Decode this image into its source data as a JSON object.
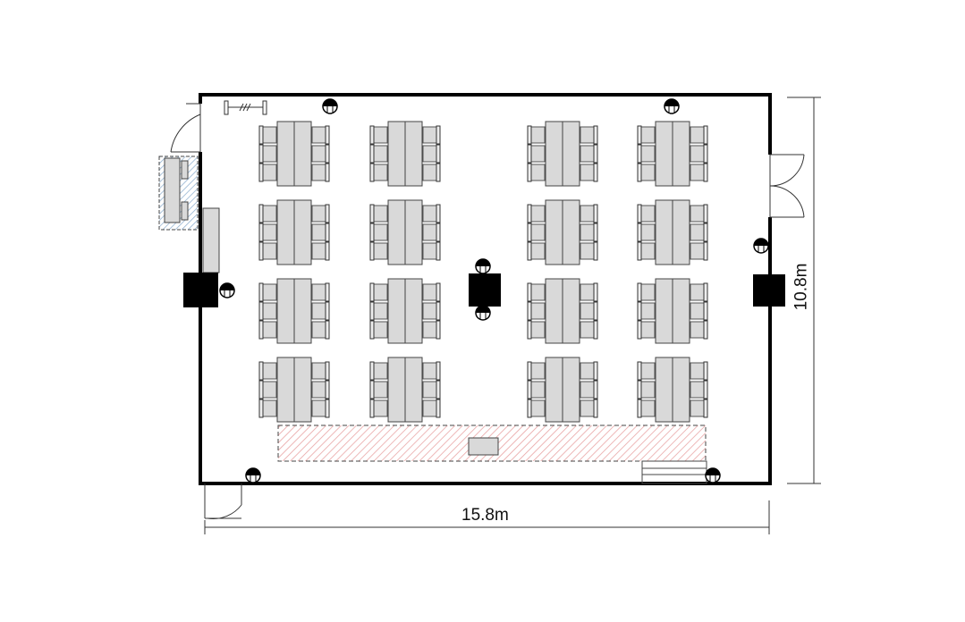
{
  "dimensions": {
    "width_label": "15.8m",
    "height_label": "10.8m"
  },
  "colors": {
    "wall": "#000000",
    "table": "#d9d9d9",
    "stage_hatch": "#e8a0a0",
    "cabinet_hatch": "#8fb0d0"
  },
  "layout": {
    "table_rows": 4,
    "table_columns": 4,
    "chairs_per_side": 3
  }
}
